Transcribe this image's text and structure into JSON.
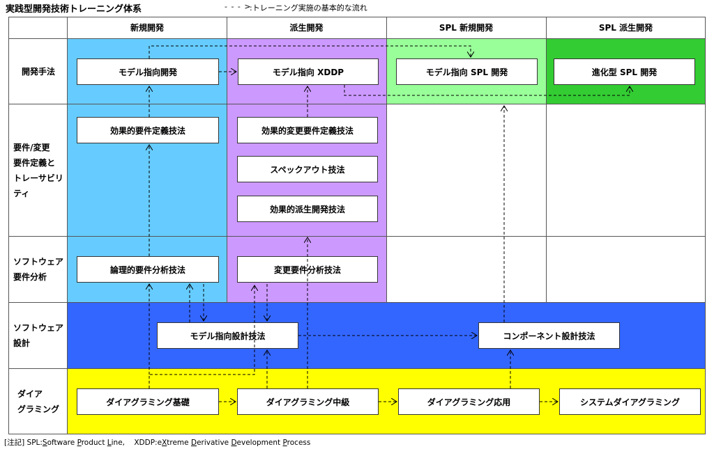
{
  "title": "実践型開発技術トレーニング体系",
  "legend": {
    "arrow": "- - - >",
    "text": ":トレーニング実施の基本的な流れ"
  },
  "columns": [
    "新規開発",
    "派生開発",
    "SPL 新規開発",
    "SPL 派生開発"
  ],
  "rows": [
    "開発手法",
    "要件/変更\n要件定義と\nトレーサビリ\nティ",
    "ソフトウェア\n要件分析",
    "ソフトウェア\n設計",
    "ダイア\nグラミング"
  ],
  "boxes": {
    "mdd": "モデル指向開発",
    "xddp": "モデル指向 XDDP",
    "spl_dev": "モデル指向 SPL 開発",
    "spl_evo": "進化型 SPL 開発",
    "req_def": "効果的要件定義技法",
    "chg_req_def": "効果的変更要件定義技法",
    "spec_out": "スペックアウト技法",
    "deriv_dev": "効果的派生開発技法",
    "logical_req": "論理的要件分析技法",
    "chg_req": "変更要件分析技法",
    "model_design": "モデル指向設計技法",
    "component_design": "コンポーネント設計技法",
    "diag_basic": "ダイアグラミング基礎",
    "diag_mid": "ダイアグラミング中級",
    "diag_app": "ダイアグラミング応用",
    "sys_diag": "システムダイアグラミング"
  },
  "note": {
    "prefix": "[注記] SPL:",
    "spl_s": "S",
    "spl_1": "oftware ",
    "spl_p": "P",
    "spl_2": "roduct ",
    "spl_l": "L",
    "spl_3": "ine,",
    "xddp_prefix": "    XDDP:e",
    "x_x": "X",
    "x_1": "treme ",
    "x_d": "D",
    "x_2": "erivative ",
    "x_d2": "D",
    "x_3": "evelopment ",
    "x_p": "P",
    "x_4": "rocess"
  },
  "colors": {
    "new_dev": "#66ccff",
    "deriv_dev": "#cc99ff",
    "spl_new": "#99ff99",
    "spl_deriv": "#33cc33",
    "design_row": "#3366ff",
    "diagram_row": "#ffff00"
  }
}
